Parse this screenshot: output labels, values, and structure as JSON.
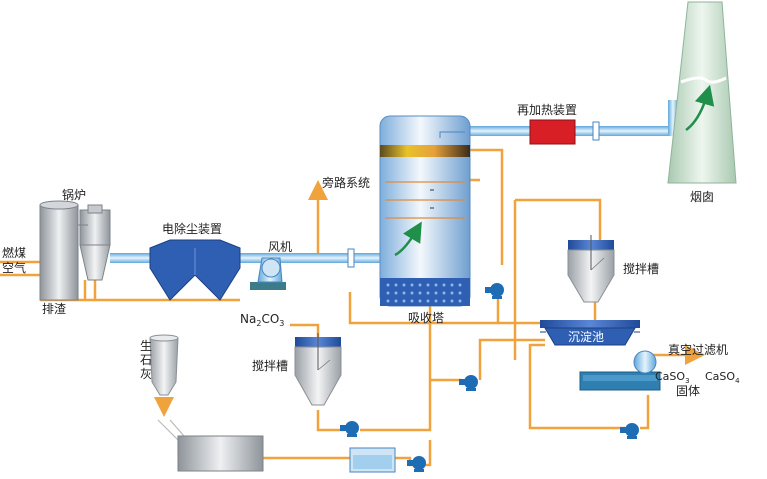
{
  "labels": {
    "boiler": "锅炉",
    "coal": "燃煤",
    "air": "空气",
    "slag": "排渣",
    "esp": "电除尘装置",
    "fan": "风机",
    "bypass": "旁路系统",
    "absorber": "吸收塔",
    "reheater": "再加热装置",
    "chimney": "烟囱",
    "agitator_right": "搅拌槽",
    "agitator_left": "搅拌槽",
    "na2co3": "Na",
    "na2co3_sub": "2",
    "na2co3_tail": "CO",
    "na2co3_sub2": "3",
    "lime": [
      "生",
      "石",
      "灰"
    ],
    "settling": "沉淀池",
    "vacuum_filter": "真空过滤机",
    "product_a": "CaSO",
    "product_a_sub": "3",
    "product_b": "CaSO",
    "product_b_sub": "4",
    "solid": "固体"
  },
  "colors": {
    "pipe_orange": "#f0a23c",
    "pipe_blue": "#8fc6ea",
    "equipment_gray": "#b9bec4",
    "equipment_blue": "#2f5fb3",
    "reheater_red": "#d91f26",
    "chimney_green": "#cfe3d3"
  }
}
